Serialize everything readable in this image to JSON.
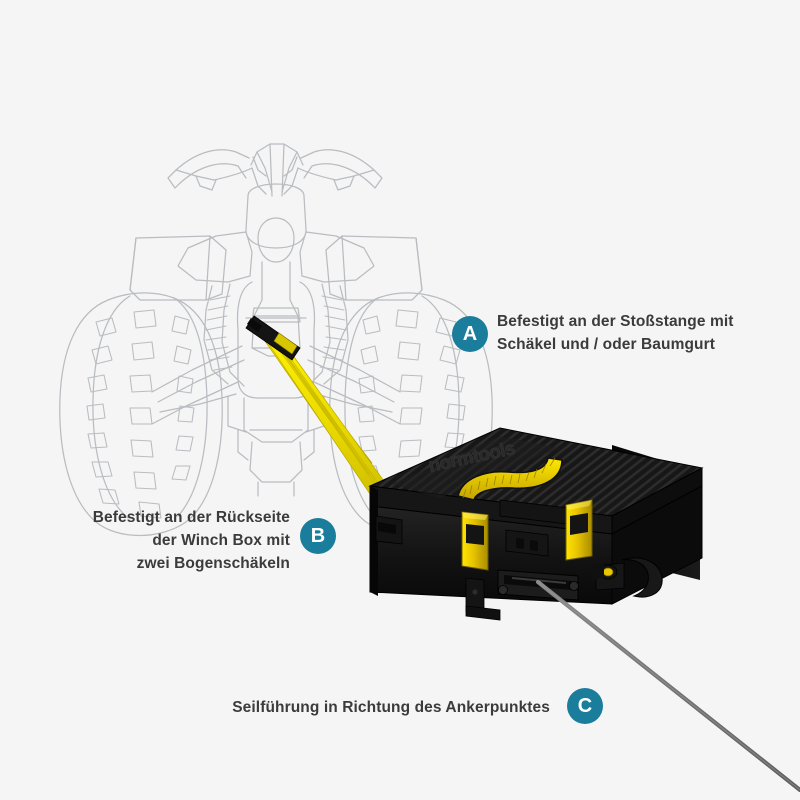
{
  "background_color": "#f5f5f5",
  "accent_color": "#1b7d9c",
  "text_color": "#3b3b3b",
  "strap_color": "#f2e500",
  "cable_color": "#6e6e6e",
  "box_color": "#1a1a1a",
  "latch_color": "#e8c600",
  "outline_color": "#b9bcc0",
  "product": {
    "brand_text": "normtools"
  },
  "callouts": [
    {
      "id": "A",
      "letter": "A",
      "text": "Befestigt an der Stoßstange mit\nSchäkel und / oder Baumgurt"
    },
    {
      "id": "B",
      "letter": "B",
      "text": "Befestigt an der Rückseite\nder Winch Box mit\nzwei Bogenschäkeln"
    },
    {
      "id": "C",
      "letter": "C",
      "text": "Seilführung in Richtung des Ankerpunktes"
    }
  ],
  "illustration": {
    "vehicle_name": "atv-quad-front-view-outline",
    "straps_name": "yellow-tow-straps",
    "winch_box_name": "winch-box",
    "winch_cable_name": "winch-rope"
  }
}
